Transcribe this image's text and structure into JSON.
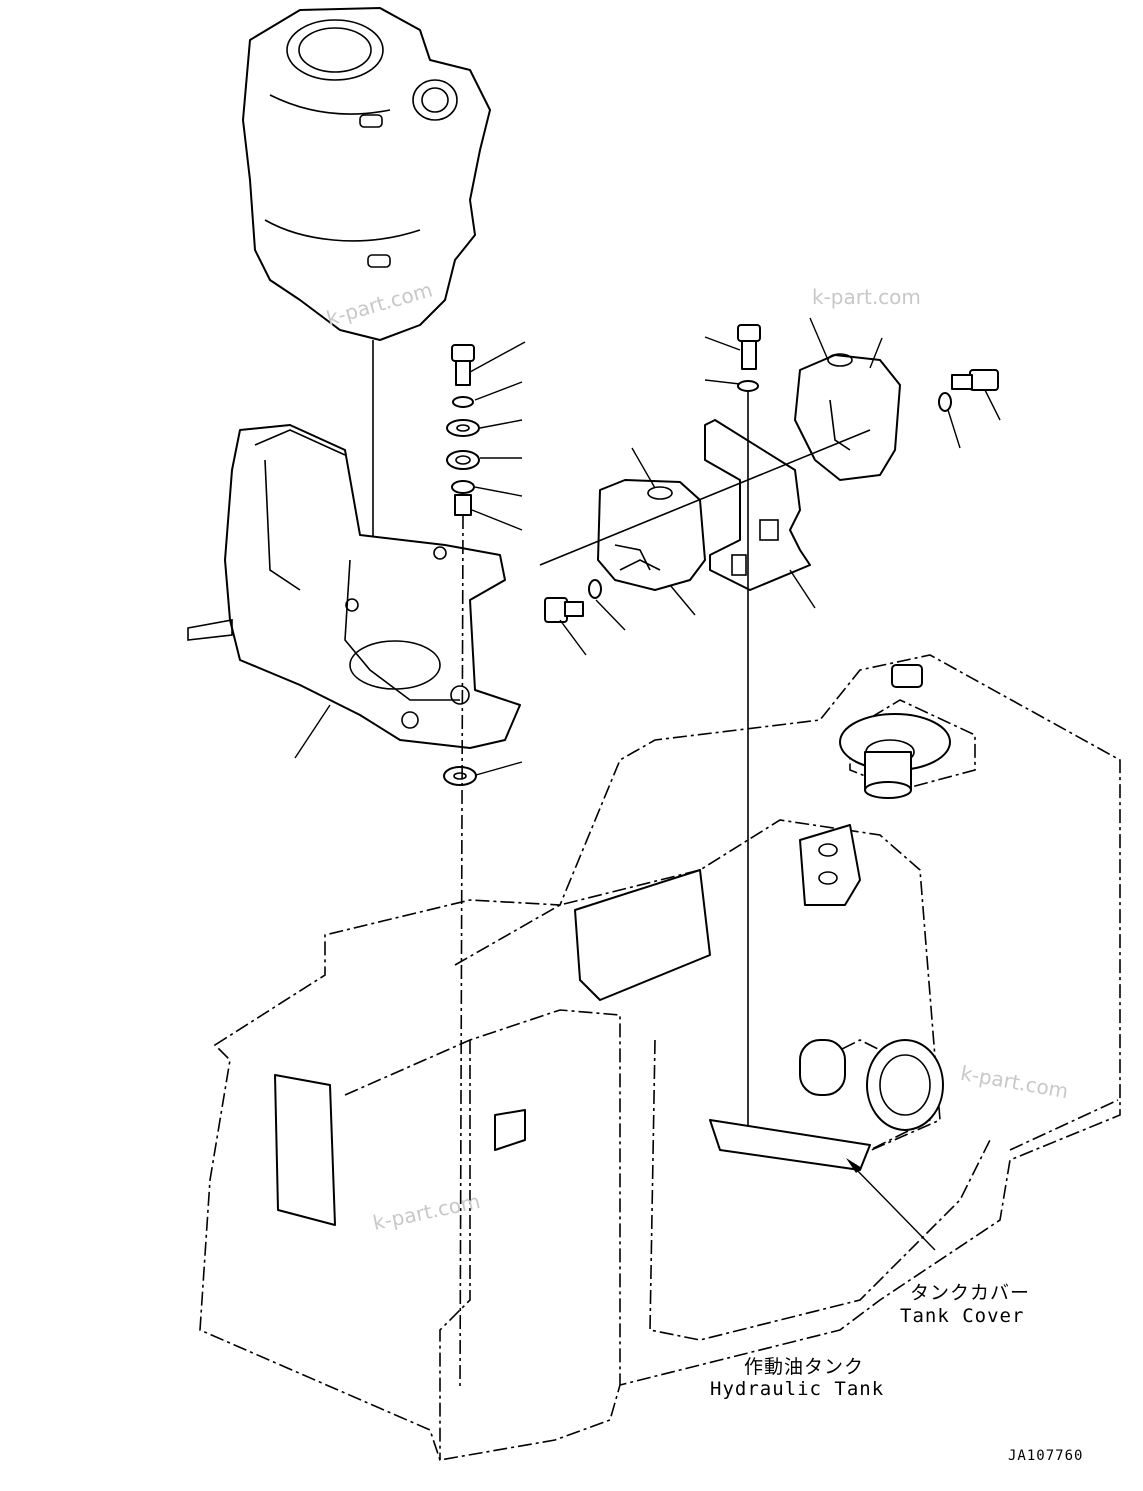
{
  "labels": {
    "tank_cover_jp": "タンクカバー",
    "tank_cover_en": "Tank Cover",
    "hydraulic_tank_jp": "作動油タンク",
    "hydraulic_tank_en": "Hydraulic Tank"
  },
  "watermarks": [
    "k-part.com",
    "k-part.com",
    "k-part.com",
    "k-part.com"
  ],
  "drawing_code": "JA107760"
}
